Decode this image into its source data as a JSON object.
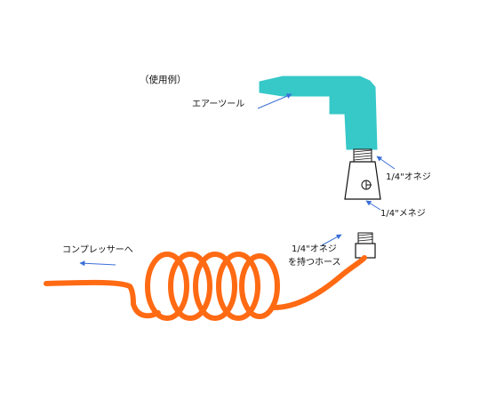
{
  "caption": "（使用例）",
  "labels": {
    "air_tool": "エアーツール",
    "male_thread": "1/4\"オネジ",
    "female_thread": "1/4\"メネジ",
    "hose_line1": "1/4\"オネジ",
    "hose_line2": "を持つホース",
    "to_compressor": "コンプレッサーへ"
  },
  "colors": {
    "tool": "#37c8c8",
    "hose": "#ff6a13",
    "arrow": "#3a6fd8",
    "outline": "#111111"
  }
}
